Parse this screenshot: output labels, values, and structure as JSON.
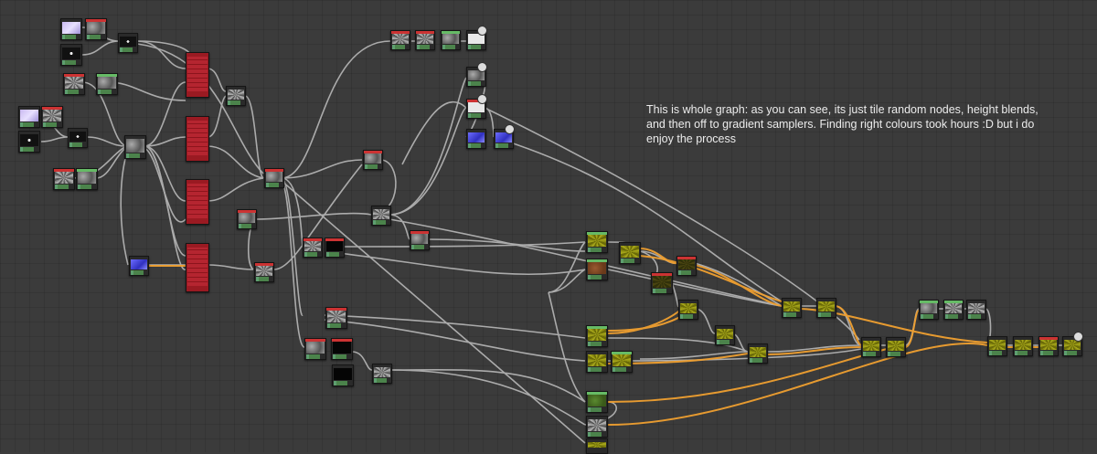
{
  "annotation": {
    "text": "This is whole graph: as you can see, its just tile random nodes, height blends, and then off to gradient samplers. Finding right colours took hours :D but i do enjoy the process"
  },
  "colors": {
    "background": "#3b3b3b",
    "wire_grey": "#b8b8b8",
    "wire_orange": "#f0a030",
    "node_red": "#9a1a22"
  },
  "node_types": [
    "noise",
    "noise2",
    "dark",
    "blue",
    "white",
    "yellow",
    "brown",
    "green",
    "olive",
    "speck",
    "pink",
    "red"
  ],
  "icons": {
    "output_badge": "circle-badge-icon"
  }
}
